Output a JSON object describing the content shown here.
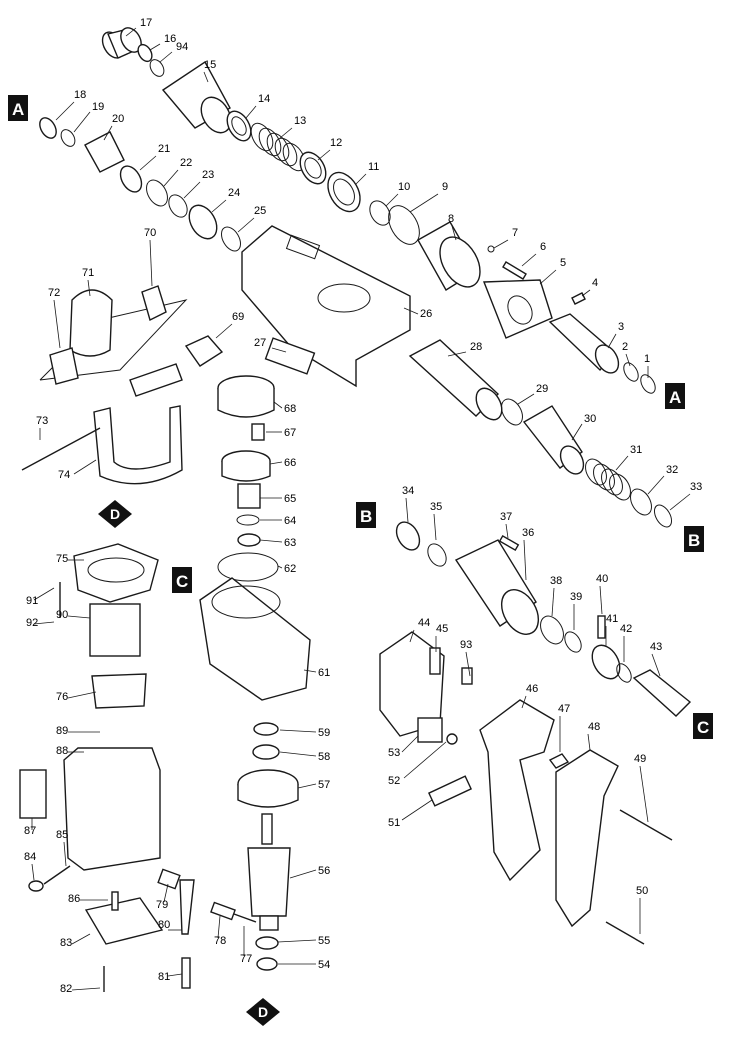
{
  "section_markers": [
    {
      "id": "A",
      "label": "A"
    },
    {
      "id": "A2",
      "label": "A"
    },
    {
      "id": "B",
      "label": "B"
    },
    {
      "id": "B2",
      "label": "B"
    },
    {
      "id": "C",
      "label": "C"
    },
    {
      "id": "C2",
      "label": "C"
    },
    {
      "id": "D",
      "label": "D"
    },
    {
      "id": "D2",
      "label": "D"
    }
  ],
  "part_numbers": [
    "1",
    "2",
    "3",
    "4",
    "5",
    "6",
    "7",
    "8",
    "9",
    "10",
    "11",
    "12",
    "13",
    "14",
    "15",
    "16",
    "17",
    "18",
    "19",
    "20",
    "21",
    "22",
    "23",
    "24",
    "25",
    "26",
    "27",
    "28",
    "29",
    "30",
    "31",
    "32",
    "33",
    "34",
    "35",
    "36",
    "37",
    "38",
    "39",
    "40",
    "41",
    "42",
    "43",
    "44",
    "45",
    "46",
    "47",
    "48",
    "49",
    "50",
    "51",
    "52",
    "53",
    "54",
    "55",
    "56",
    "57",
    "58",
    "59",
    "61",
    "62",
    "63",
    "64",
    "65",
    "66",
    "67",
    "68",
    "69",
    "70",
    "71",
    "72",
    "73",
    "74",
    "75",
    "76",
    "77",
    "78",
    "79",
    "80",
    "81",
    "82",
    "83",
    "84",
    "85",
    "86",
    "87",
    "88",
    "89",
    "90",
    "91",
    "92",
    "93",
    "94"
  ]
}
